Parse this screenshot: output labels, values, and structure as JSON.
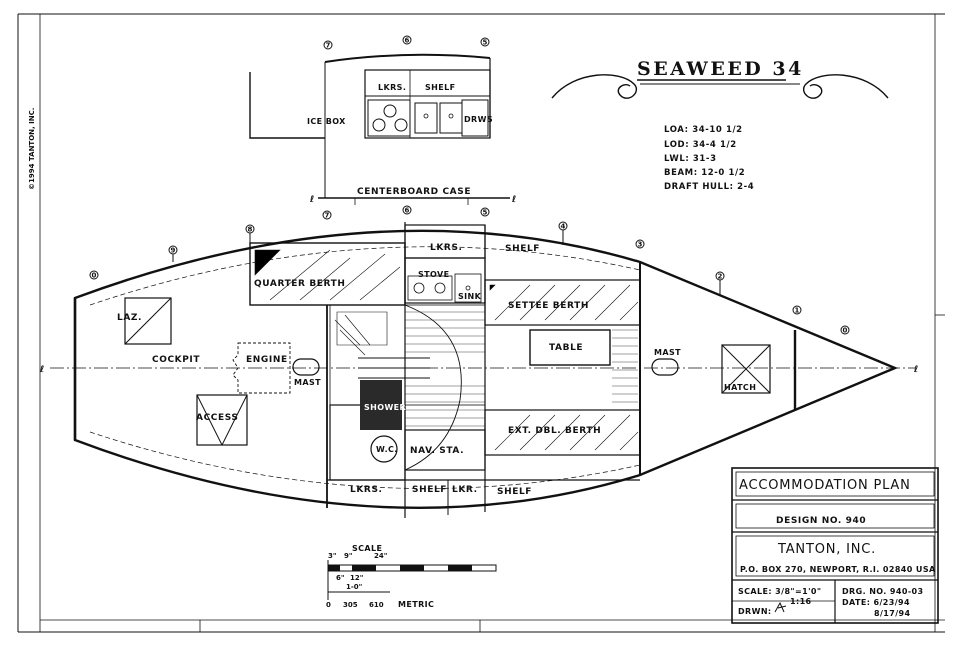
{
  "copyright": "©1994 TANTON, INC.",
  "boat": {
    "name": "SEAWEED 34",
    "specs": [
      "LOA: 34-10 1/2",
      "LOD: 34-4 1/2",
      "LWL: 31-3",
      "BEAM: 12-0 1/2",
      "DRAFT HULL: 2-4"
    ]
  },
  "labels": {
    "lkrs_top": "LKRS.",
    "shelf_top": "SHELF",
    "ice_box": "ICE BOX",
    "drws": "DRWS",
    "centerboard_case": "CENTERBOARD CASE",
    "lkrs_fwd": "LKRS.",
    "shelf_fwd": "SHELF",
    "quarter_berth": "QUARTER BERTH",
    "stove": "STOVE",
    "sink": "SINK",
    "settee_berth": "SETTEE BERTH",
    "laz": "LAZ.",
    "cockpit": "COCKPIT",
    "engine": "ENGINE",
    "mast_aft": "MAST",
    "table": "TABLE",
    "mast_fwd": "MAST",
    "hatch": "HATCH",
    "access": "ACCESS",
    "shower": "SHOWER",
    "ext_dbl_berth": "EXT. DBL. BERTH",
    "wc": "W.C.",
    "nav_sta": "NAV. STA.",
    "lkrs_bot": "LKRS.",
    "shelf_bot1": "SHELF",
    "lkr_bot": "LKR.",
    "shelf_bot2": "SHELF",
    "cl": "ℓ"
  },
  "stations": [
    "0",
    "1",
    "2",
    "3",
    "4",
    "5",
    "6",
    "7",
    "8",
    "9"
  ],
  "scale_bar": {
    "title": "SCALE",
    "imperial_ticks": [
      "3\"",
      "9\"",
      "24\""
    ],
    "imperial_sub": [
      "6\"",
      "12\"",
      "1-0\""
    ],
    "metric_ticks": [
      "0",
      "305",
      "610"
    ],
    "metric_label": "METRIC"
  },
  "title_block": {
    "plan": "ACCOMMODATION PLAN",
    "design": "DESIGN NO. 940",
    "company": "TANTON, INC.",
    "address": "P.O. BOX 270, NEWPORT, R.I. 02840 USA",
    "scale": "SCALE: 3/8\"=1'0\"",
    "ratio": "1:16",
    "drawn": "DRWN:",
    "drg_no": "DRG. NO. 940-03",
    "date": "DATE: 6/23/94",
    "rev_date": "8/17/94"
  }
}
